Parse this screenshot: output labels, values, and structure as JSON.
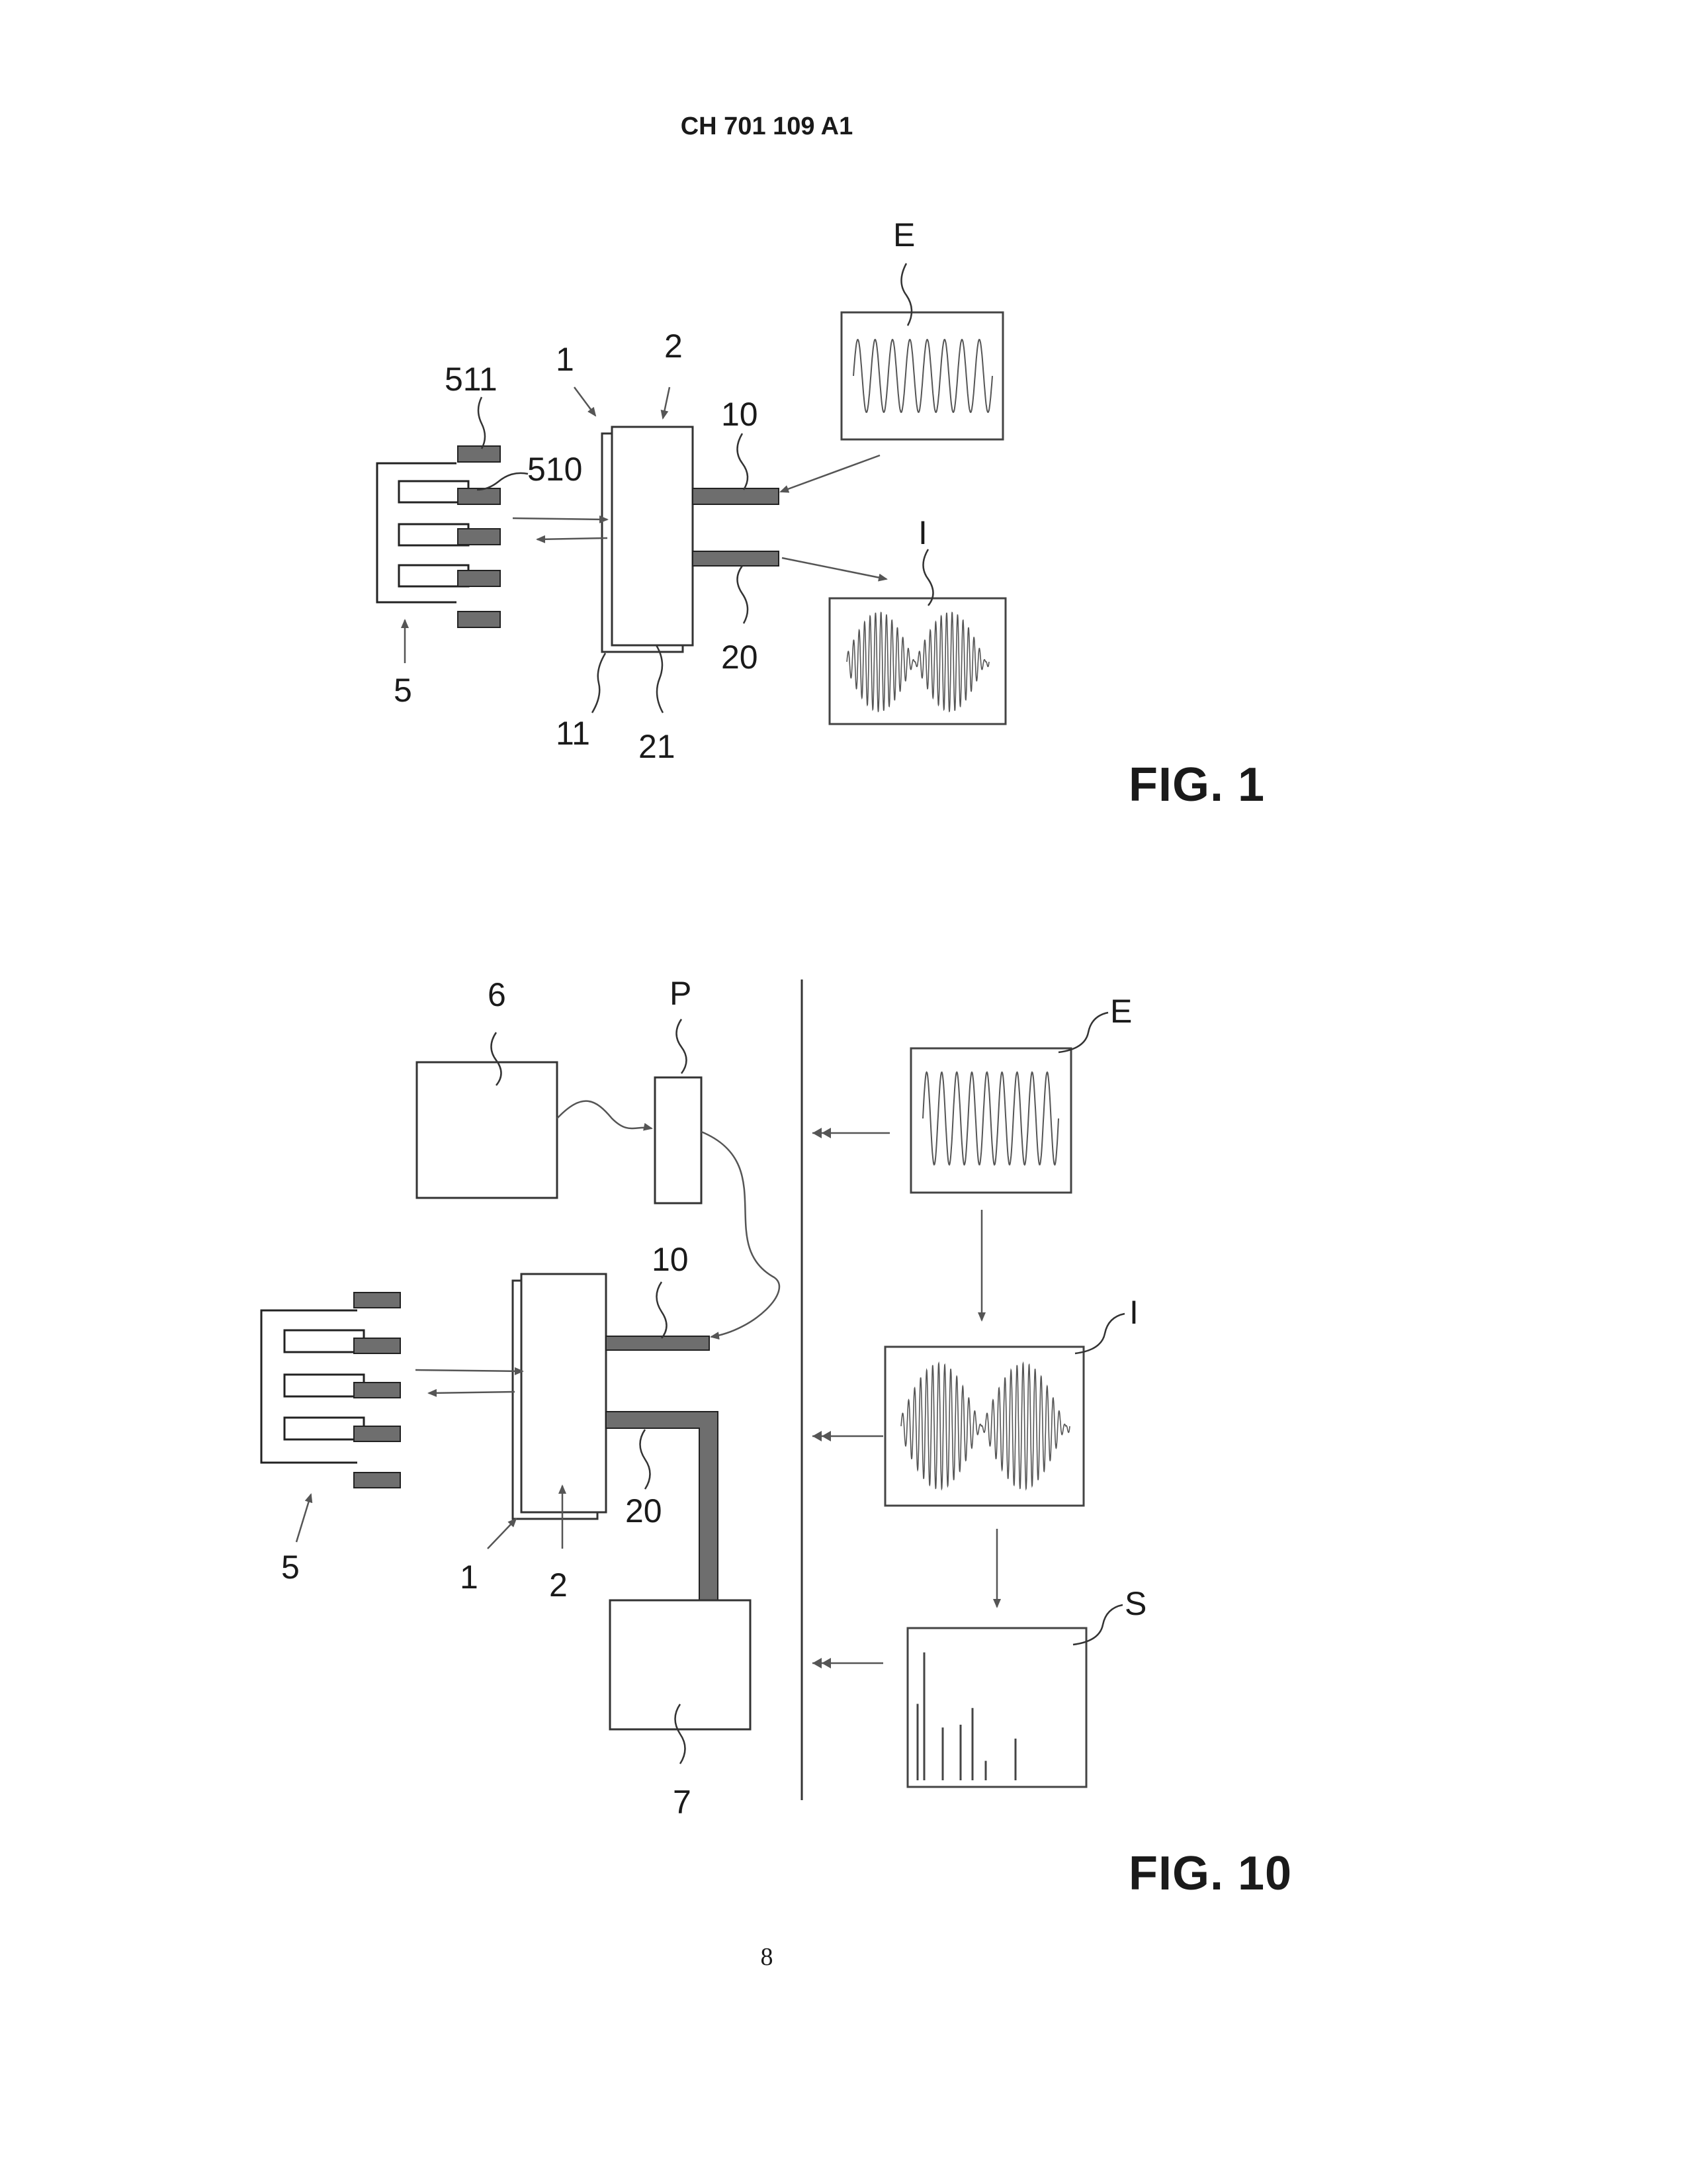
{
  "header": {
    "document_number": "CH 701 109 A1"
  },
  "figures": [
    {
      "label": "FIG. 1",
      "reference_numerals": {
        "electrode_array": "5",
        "electrode_finger": "510",
        "electrode_pad": "511",
        "sensor_element": "1",
        "sensor_element_face": "11",
        "interface_element": "2",
        "interface_face": "21",
        "input_line": "10",
        "output_line": "20",
        "excitation_signal": "E",
        "response_signal": "I"
      }
    },
    {
      "label": "FIG. 10",
      "reference_numerals": {
        "generator_unit": "6",
        "amplifier_unit": "P",
        "input_line": "10",
        "output_line": "20",
        "electrode_array": "5",
        "sensor_element": "1",
        "interface_element": "2",
        "processing_unit": "7",
        "excitation_signal": "E",
        "response_signal": "I",
        "spectrum": "S"
      }
    }
  ],
  "footer": {
    "page_number": "8"
  },
  "colors": {
    "ink": "#1a1a1a",
    "line_fill": "#6e6e6e",
    "paper": "#ffffff"
  }
}
